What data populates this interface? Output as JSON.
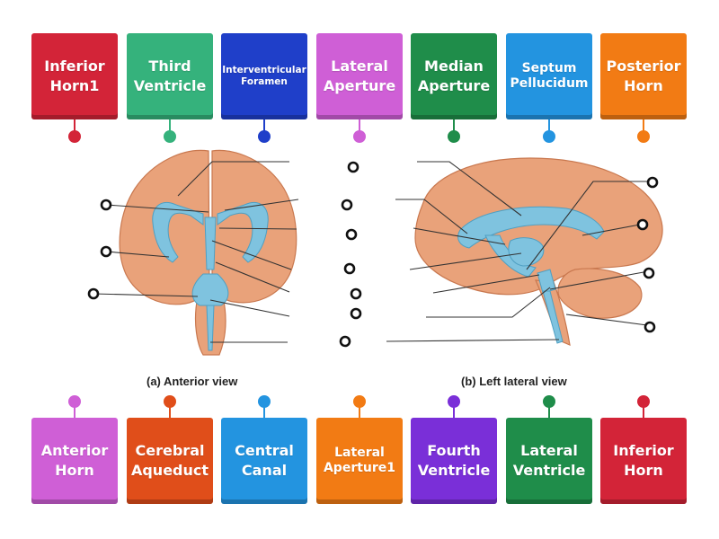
{
  "top_tiles": [
    {
      "label": "Inferior Horn1",
      "color": "#d32438",
      "size": "normal"
    },
    {
      "label": "Third Ventricle",
      "color": "#35b27c",
      "size": "normal"
    },
    {
      "label": "Interventricular Foramen",
      "color": "#1f3fc9",
      "size": "tiny"
    },
    {
      "label": "Lateral Aperture",
      "color": "#cf5fd6",
      "size": "normal"
    },
    {
      "label": "Median Aperture",
      "color": "#1f8d4a",
      "size": "normal"
    },
    {
      "label": "Septum Pellucidum",
      "color": "#2394e0",
      "size": "small"
    },
    {
      "label": "Posterior Horn",
      "color": "#f27b14",
      "size": "normal"
    }
  ],
  "bottom_tiles": [
    {
      "label": "Anterior Horn",
      "color": "#cf5fd6",
      "size": "normal"
    },
    {
      "label": "Cerebral Aqueduct",
      "color": "#e04e1a",
      "size": "normal"
    },
    {
      "label": "Central Canal",
      "color": "#2394e0",
      "size": "normal"
    },
    {
      "label": "Lateral Aperture1",
      "color": "#f27b14",
      "size": "small"
    },
    {
      "label": "Fourth Ventricle",
      "color": "#7a2fd8",
      "size": "normal"
    },
    {
      "label": "Lateral Ventricle",
      "color": "#1f8d4a",
      "size": "normal"
    },
    {
      "label": "Inferior Horn",
      "color": "#d32438",
      "size": "normal"
    }
  ],
  "diagram": {
    "caption_anterior": "(a) Anterior view",
    "caption_lateral": "(b) Left lateral view",
    "brain_color": "#e9a27a",
    "ventricle_color": "#7fc3df"
  }
}
